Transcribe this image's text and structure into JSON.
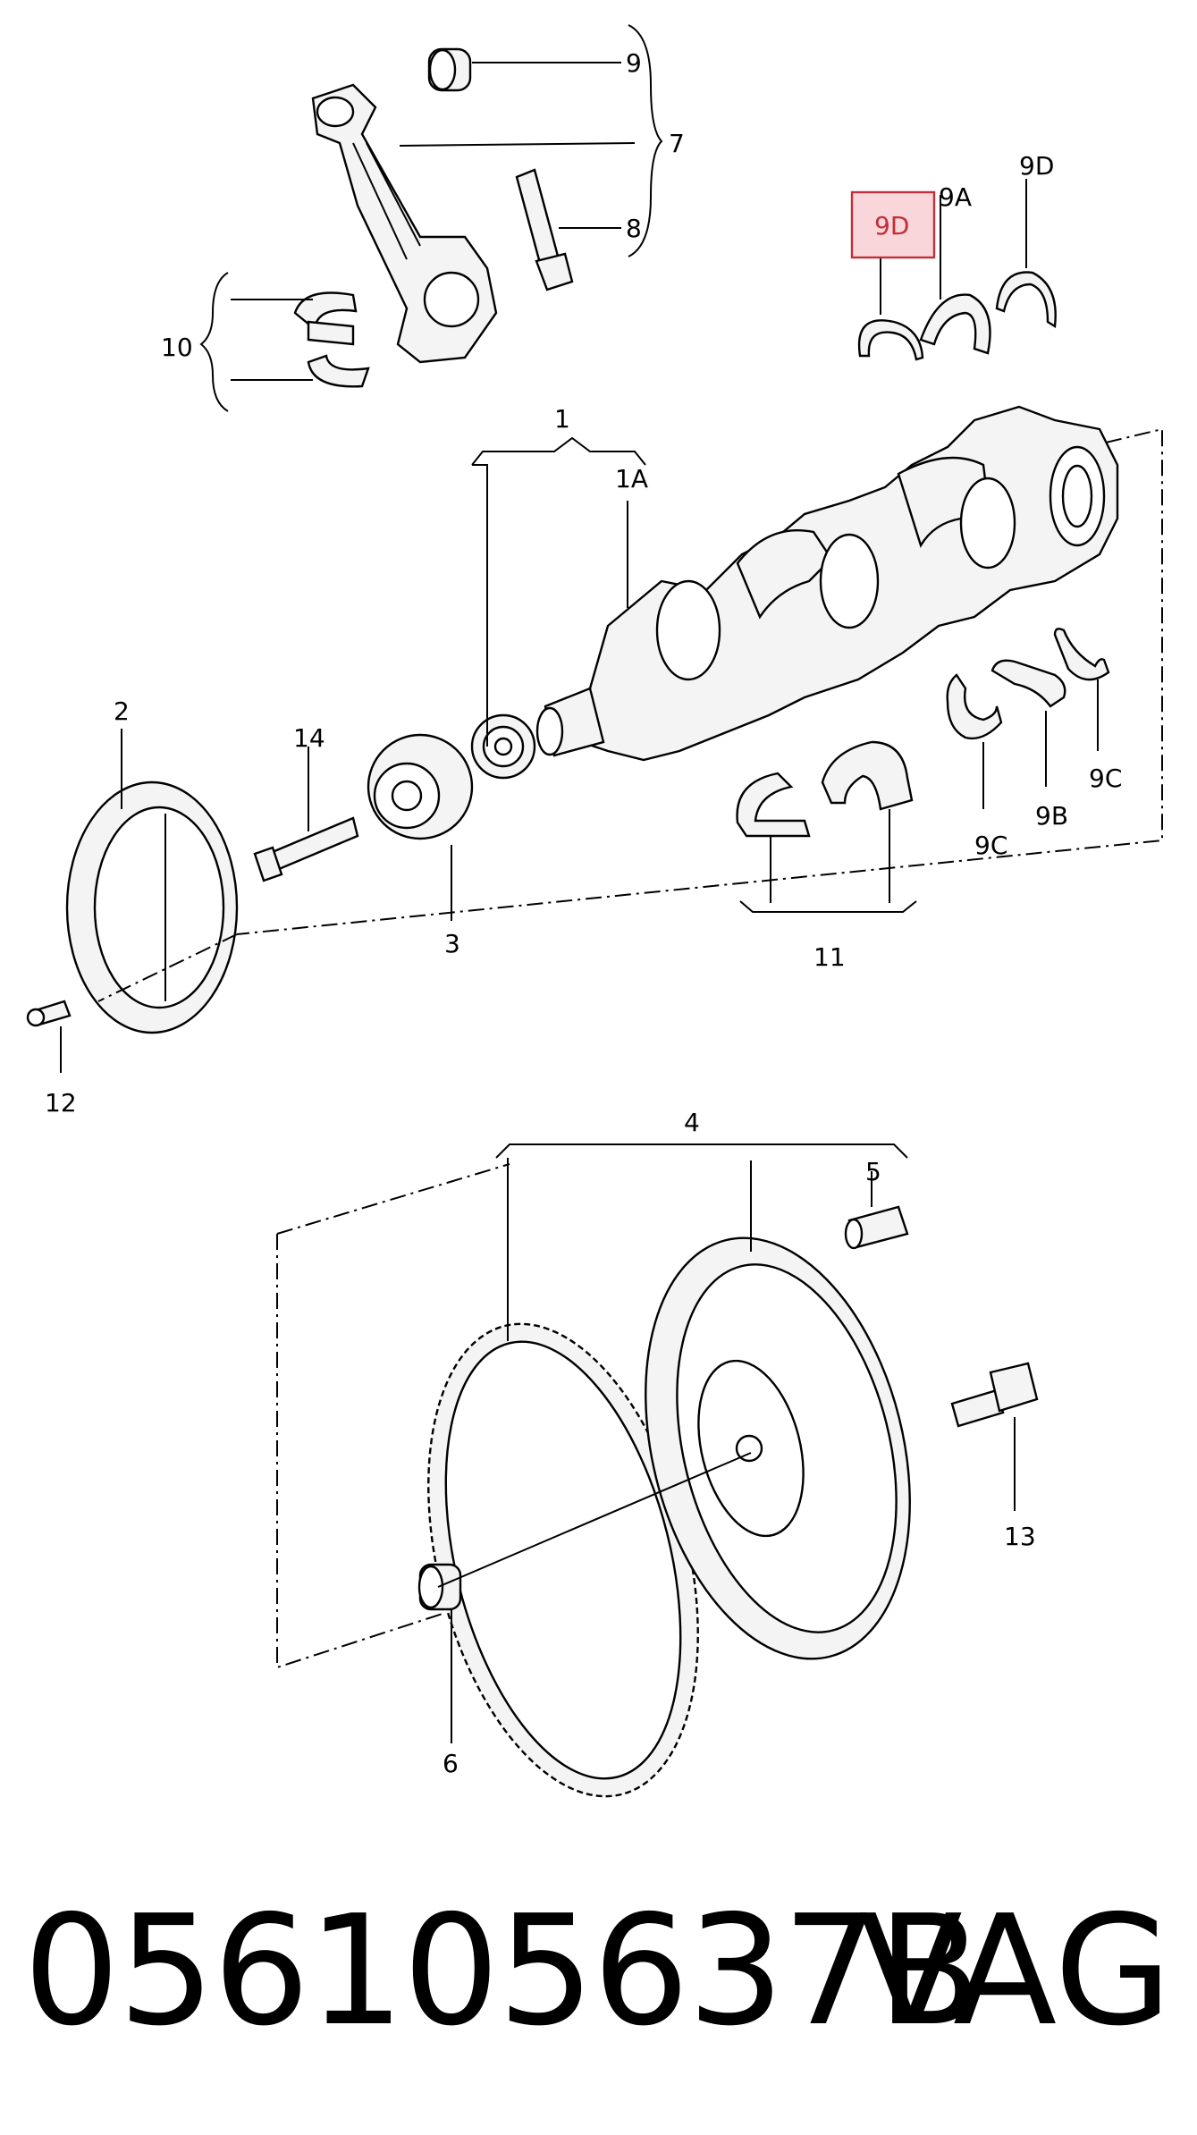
{
  "callouts": {
    "c1": "1",
    "c1A": "1A",
    "c2": "2",
    "c3": "3",
    "c4": "4",
    "c5": "5",
    "c6": "6",
    "c7": "7",
    "c8": "8",
    "c9": "9",
    "c9A": "9A",
    "c9B": "9B",
    "c9C_a": "9C",
    "c9C_b": "9C",
    "c9D_top": "9D",
    "c9D_highlight": "9D",
    "c10": "10",
    "c11": "11",
    "c12": "12",
    "c13": "13",
    "c14": "14"
  },
  "highlight": {
    "color": "#c0303a",
    "fill": "#f9d6d9"
  },
  "footer": {
    "part_number": "056105637B",
    "brand": "VAG"
  }
}
